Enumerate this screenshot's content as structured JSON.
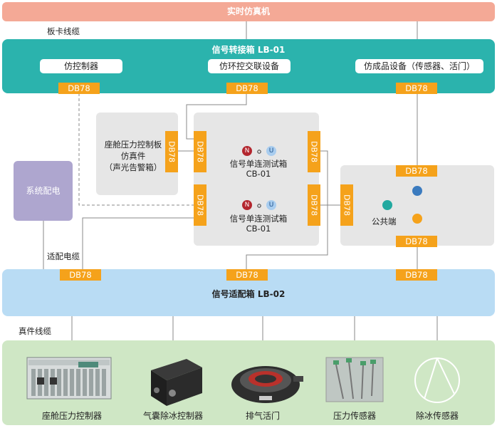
{
  "top_bar": {
    "title": "实时仿真机"
  },
  "labels": {
    "board_cable": "板卡线缆",
    "adapter_cable": "适配电缆",
    "real_cable": "真件线缆",
    "common_end": "公共端"
  },
  "lb01": {
    "title": "信号转接箱 LB-01",
    "items": [
      "仿控制器",
      "仿环控交联设备",
      "仿成品设备（传感器、活门）"
    ]
  },
  "db_label": "DB78",
  "cabin_sim": {
    "line1": "座舱压力控制板",
    "line2": "仿真件",
    "line3": "（声光告警箱）"
  },
  "cb_top": {
    "line1": "信号单连测试箱",
    "line2": "CB-01"
  },
  "cb_bottom": {
    "line1": "信号单连测试箱",
    "line2": "CB-01"
  },
  "terminals": {
    "n": "N",
    "o": "o",
    "u": "U"
  },
  "system_power": "系统配电",
  "lb02": {
    "title": "信号适配箱 LB-02"
  },
  "devices": [
    "座舱压力控制器",
    "气囊除冰控制器",
    "排气活门",
    "压力传感器",
    "除冰传感器"
  ],
  "colors": {
    "top_bar": "#f4a996",
    "lb01": "#2bb3ad",
    "lb02": "#b9dcf4",
    "field": "#cfe7c5",
    "db": "#f5a21b",
    "system_power": "#aea6cf",
    "node_blue": "#3b7bbf",
    "node_orange": "#f5a21b",
    "node_teal": "#22a9a0"
  }
}
